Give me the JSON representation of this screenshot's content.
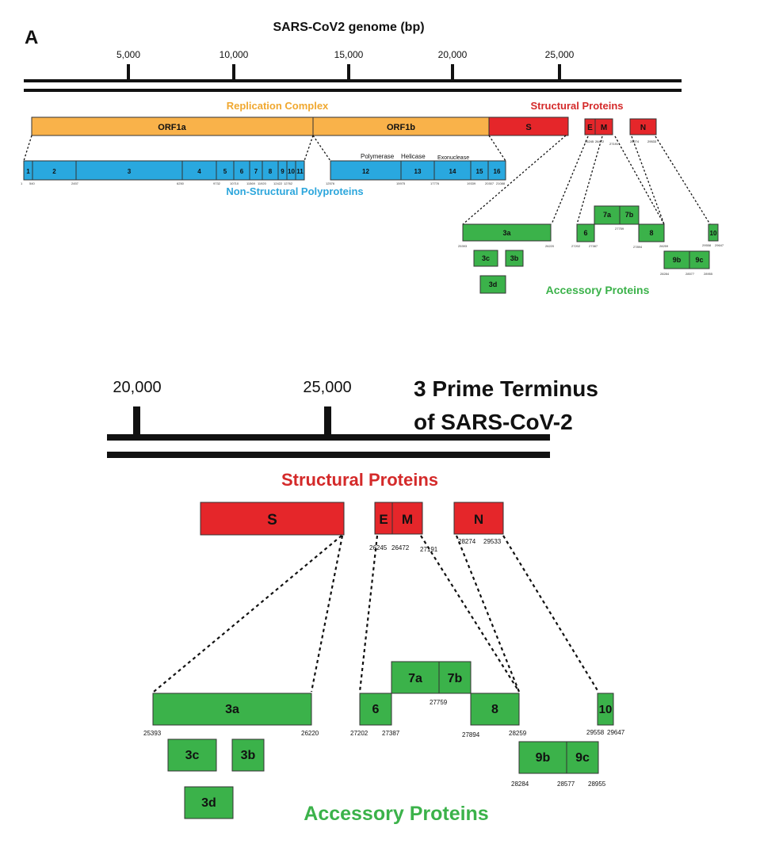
{
  "panel_a": {
    "label": "A",
    "title": "SARS-CoV2 genome (bp)",
    "ticks": [
      "5,000",
      "10,000",
      "15,000",
      "20,000",
      "25,000"
    ],
    "group_labels": {
      "replication": "Replication Complex",
      "structural": "Structural Proteins",
      "nonstructural": "Non-Structural Polyproteins",
      "accessory": "Accessory Proteins"
    },
    "orf1a": "ORF1a",
    "orf1b": "ORF1b",
    "structural": {
      "s": "S",
      "e": "E",
      "m": "M",
      "n": "N"
    },
    "nsp": [
      "1",
      "2",
      "3",
      "4",
      "5",
      "6",
      "7",
      "8",
      "9",
      "10",
      "11",
      "12",
      "13",
      "14",
      "15",
      "16"
    ],
    "nsp_annotations": [
      "Polymerase",
      "Helicase",
      "Exonuclease"
    ],
    "nsp_coords": [
      "1",
      "540",
      "2457",
      "6250",
      "9732",
      "10710",
      "11569",
      "11920",
      "12422",
      "12762",
      "12576",
      "15975",
      "17776",
      "19339",
      "20307",
      "21088"
    ],
    "struct_coords": [
      "26245",
      "26472",
      "27191",
      "28274",
      "29533"
    ],
    "accessory": {
      "p3a": "3a",
      "p3b": "3b",
      "p3c": "3c",
      "p3d": "3d",
      "p6": "6",
      "p7a": "7a",
      "p7b": "7b",
      "p8": "8",
      "p9b": "9b",
      "p9c": "9c",
      "p10": "10"
    },
    "acc_coords": {
      "c25393": "25393",
      "c26220": "26220",
      "c27202": "27202",
      "c27387": "27387",
      "c27759": "27759",
      "c27894": "27894",
      "c28259": "28259",
      "c28284": "28284",
      "c28577": "28577",
      "c28955": "28955",
      "c29558": "29558",
      "c29647": "29647"
    }
  },
  "panel_b": {
    "ticks": [
      "20,000",
      "25,000"
    ],
    "title_line1": "3 Prime Terminus",
    "title_line2": "of SARS-CoV-2",
    "structural_label": "Structural Proteins",
    "accessory_label": "Accessory Proteins",
    "structural": {
      "s": "S",
      "e": "E",
      "m": "M",
      "n": "N"
    },
    "struct_coords": {
      "c26245": "26245",
      "c26472": "26472",
      "c27191": "27191",
      "c28274": "28274",
      "c29533": "29533"
    },
    "accessory": {
      "p3a": "3a",
      "p3b": "3b",
      "p3c": "3c",
      "p3d": "3d",
      "p6": "6",
      "p7a": "7a",
      "p7b": "7b",
      "p8": "8",
      "p9b": "9b",
      "p9c": "9c",
      "p10": "10"
    },
    "acc_coords": {
      "c25393": "25393",
      "c26220": "26220",
      "c27202": "27202",
      "c27387": "27387",
      "c27759": "27759",
      "c27894": "27894",
      "c28259": "28259",
      "c28284": "28284",
      "c28577": "28577",
      "c28955": "28955",
      "c29558": "29558",
      "c29647": "29647"
    }
  },
  "colors": {
    "orange": "#f9b24a",
    "orange_text": "#f0a830",
    "red": "#e5262a",
    "red_text": "#d42a2a",
    "blue": "#29a8df",
    "blue_text": "#2ca6dc",
    "green": "#3bb24a",
    "green_text": "#3bb24a",
    "black": "#111111"
  }
}
